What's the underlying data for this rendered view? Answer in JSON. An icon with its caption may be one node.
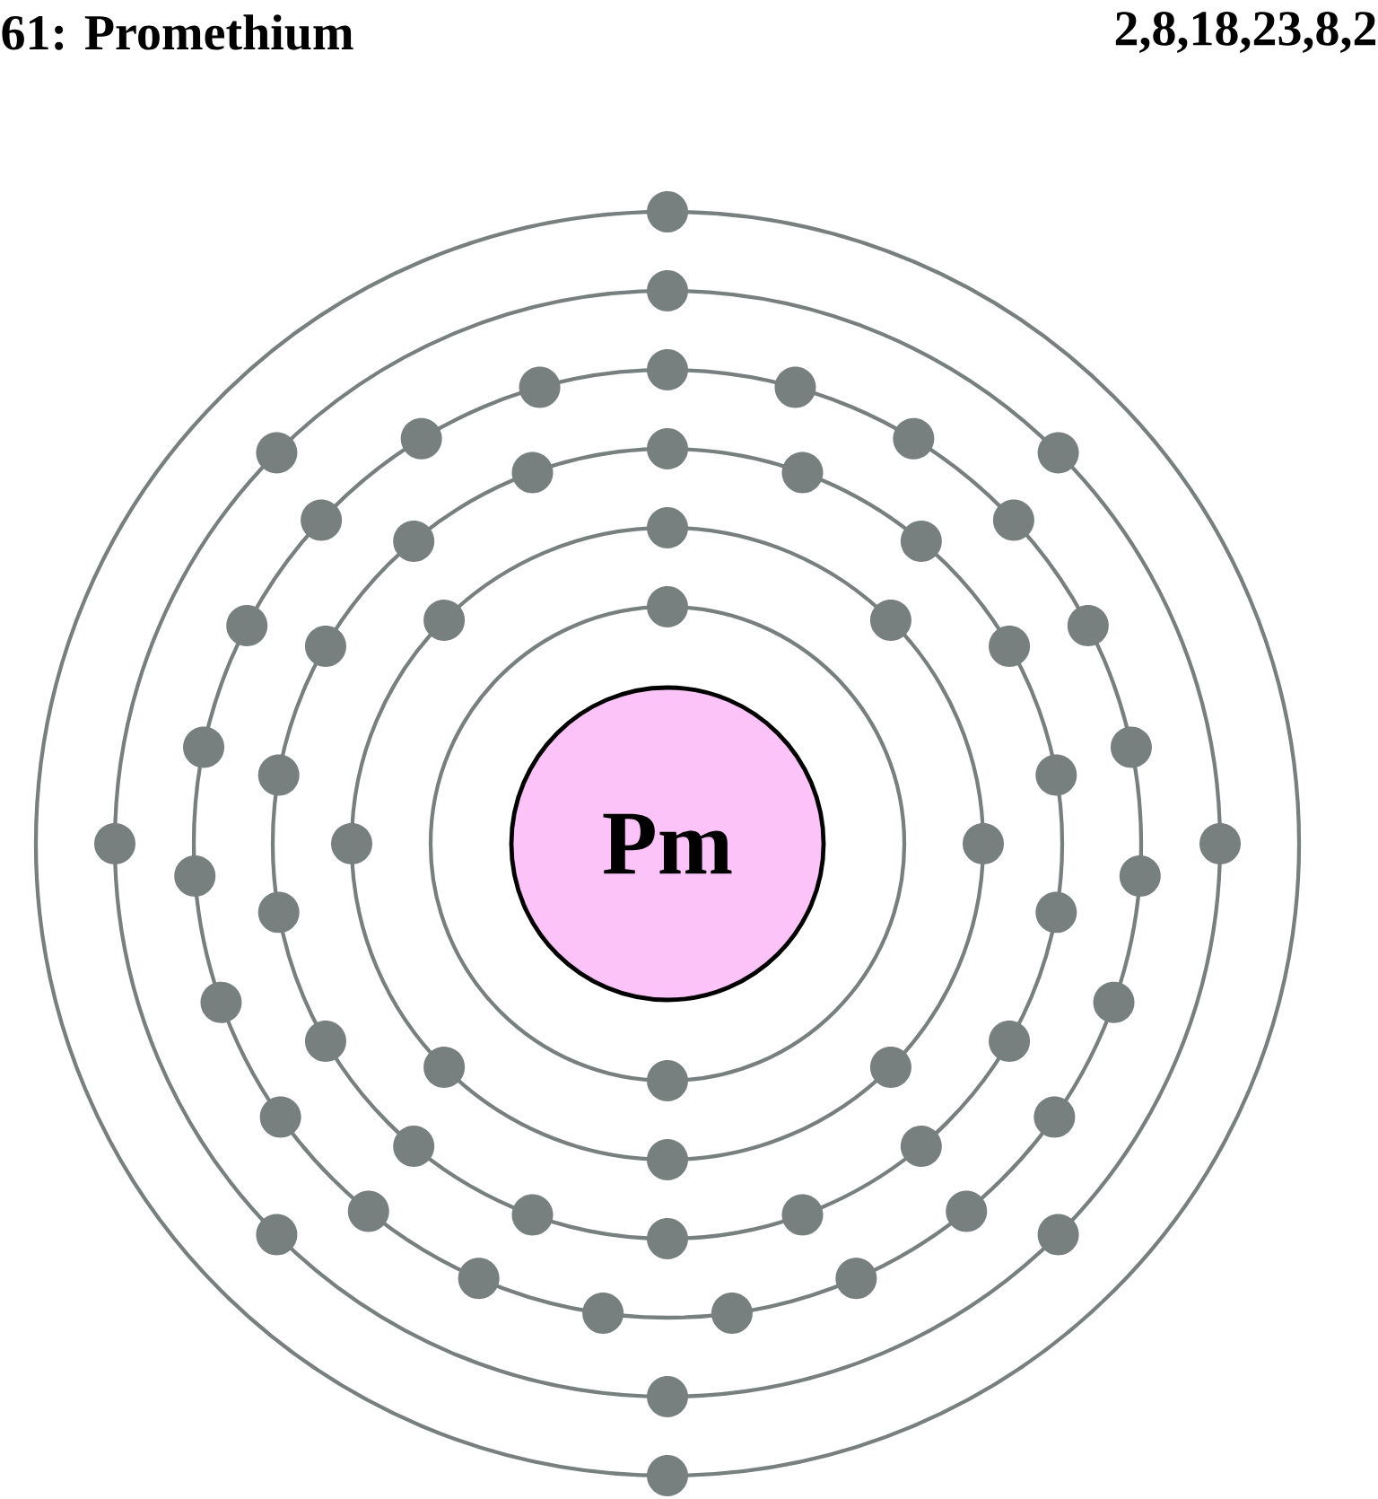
{
  "diagram": {
    "nodes": [
      {
        "text": [
          "Pm"
        ]
      }
    ],
    "labels": [
      "61: Promethium",
      "2,8,18,23,8,2"
    ]
  }
}
